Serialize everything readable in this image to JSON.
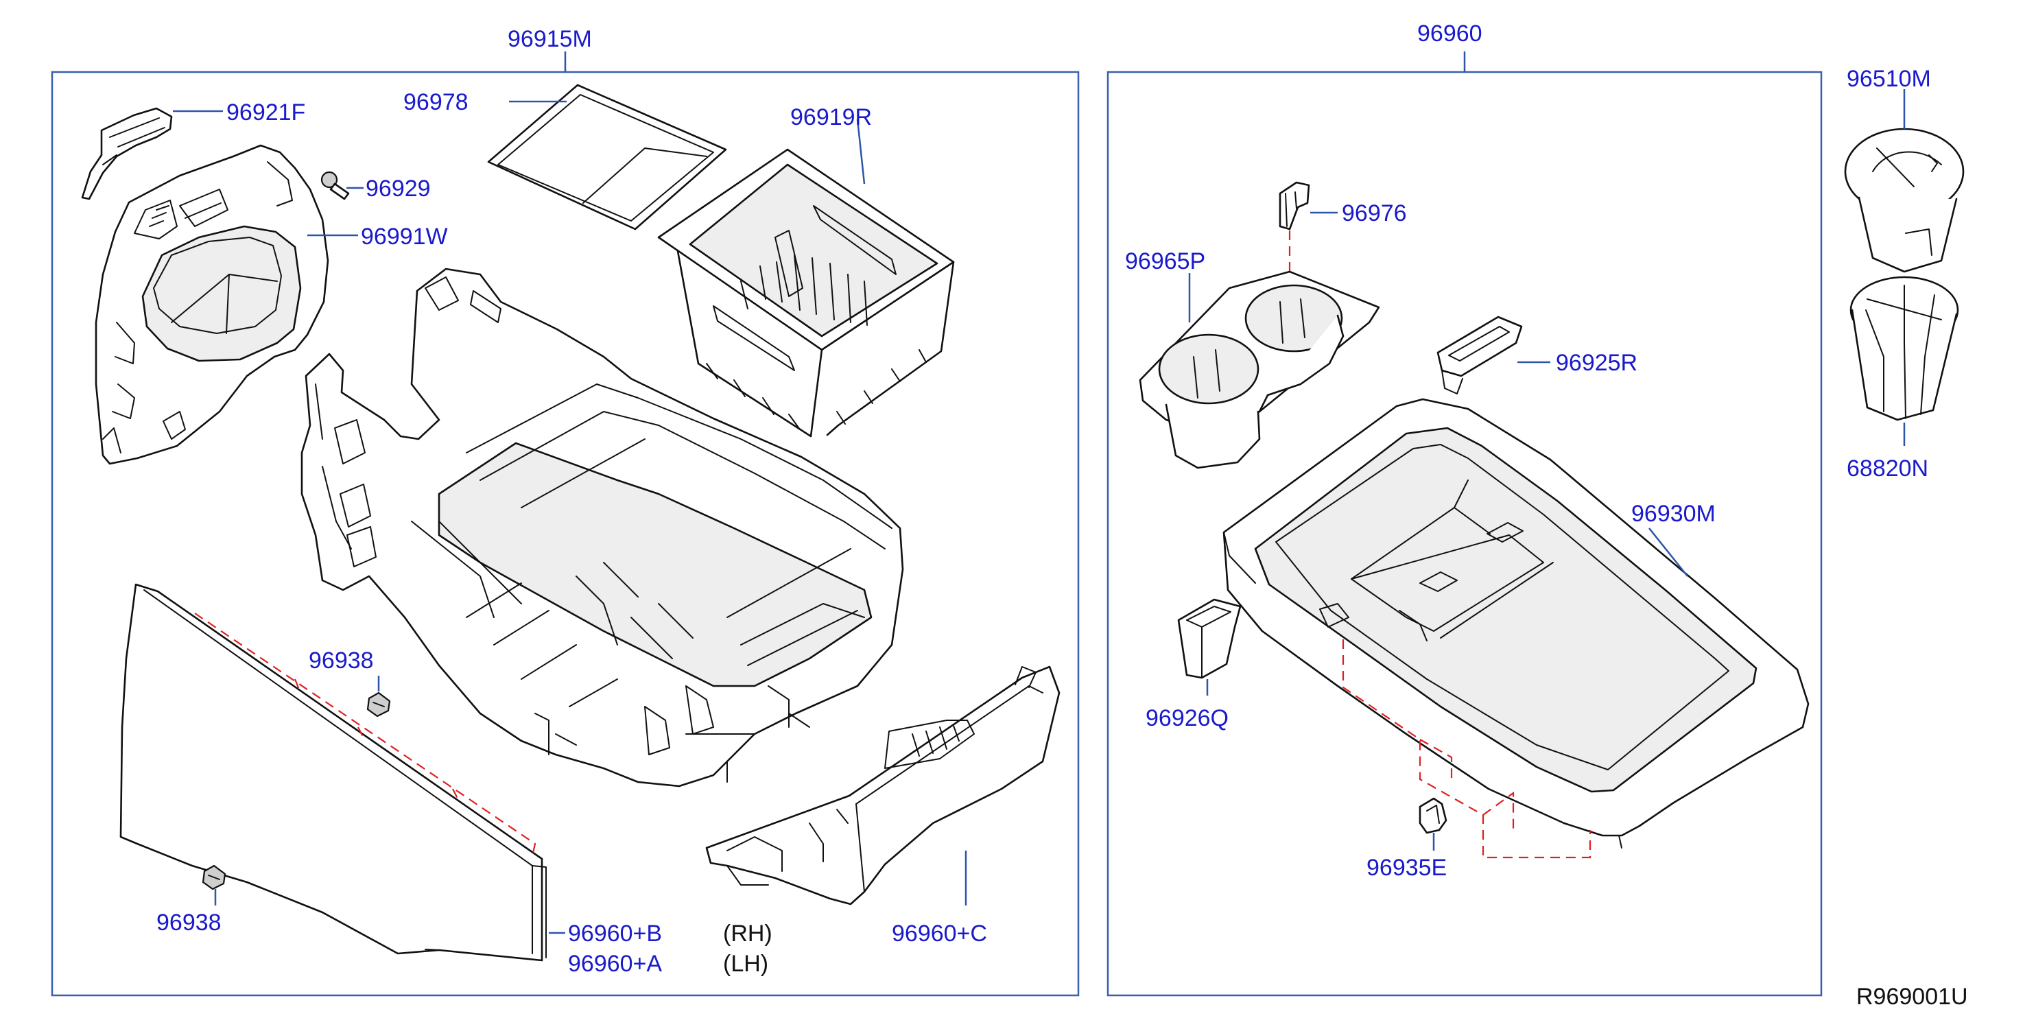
{
  "groups": {
    "left_assembly": "96915M",
    "right_assembly": "96960"
  },
  "labels": {
    "p96921F": "96921F",
    "p96978": "96978",
    "p96929": "96929",
    "p96919R": "96919R",
    "p96991W": "96991W",
    "p96938_upper": "96938",
    "p96938_lower": "96938",
    "p96960B": "96960+B",
    "p96960A": "96960+A",
    "side_rh": "(RH)",
    "side_lh": "(LH)",
    "p96960C": "96960+C",
    "p96976": "96976",
    "p96965P": "96965P",
    "p96925R": "96925R",
    "p96930M": "96930M",
    "p96926Q": "96926Q",
    "p96935E": "96935E",
    "p96510M": "96510M",
    "p68820N": "68820N"
  },
  "diagram_id": "R969001U",
  "colors": {
    "label": "#1a1acc",
    "frame": "#3a5fb0",
    "hidden_line": "#e02020",
    "part_outline": "#111111"
  }
}
